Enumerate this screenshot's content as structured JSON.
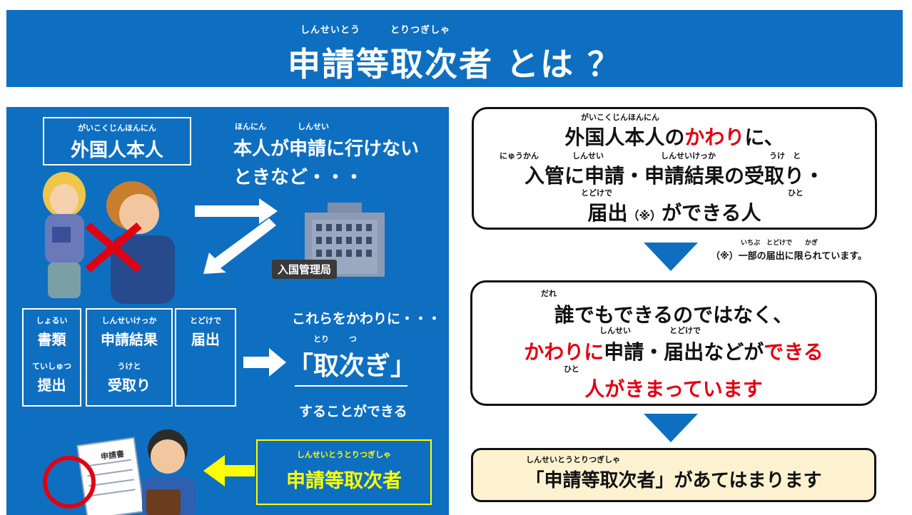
{
  "banner": {
    "ruby_left": "しんせいとう",
    "ruby_right": "とりつぎしゃ",
    "title": "申請等取次者 とは ？"
  },
  "left": {
    "foreigner_ruby": "がいこくじんほんにん",
    "foreigner_label": "外国人本人",
    "cannot_ruby_1": "ほんにん",
    "cannot_ruby_2": "しんせい",
    "cannot_line1": "本人が申請に行けない",
    "cannot_line2": "ときなど・・・",
    "bureau_label": "入国管理局",
    "tasks": {
      "documents_ruby": "しょるい",
      "documents": "書類",
      "submit_ruby": "ていしゅつ",
      "submit": "提出",
      "result_ruby": "しんせいけっか",
      "result": "申請結果",
      "receive_ruby": "うけと",
      "receive": "受取り",
      "notify_ruby": "とどけで",
      "notify": "届出"
    },
    "proxy_lead": "これらをかわりに・・・",
    "proxy_ruby_1": "とり",
    "proxy_ruby_2": "つ",
    "proxy_word": "「取次ぎ」",
    "proxy_tail": "することができる",
    "doc_title": "申請書",
    "agent_ruby": "しんせいとうとりつぎしゃ",
    "agent_label": "申請等取次者"
  },
  "right": {
    "box1": {
      "ruby1": "がいこくじんほんにん",
      "line1_a": "外国人本人の",
      "line1_b": "かわり",
      "line1_c": "に、",
      "ruby2a": "にゅうかん",
      "ruby2b": "しんせい",
      "ruby2c": "しんせいけっか",
      "ruby2d": "うけ　と",
      "line2": "入管に申請・申請結果の受取り・",
      "ruby3a": "とどけで",
      "ruby3b": "ひと",
      "line3_a": "届出",
      "line3_note": "（※）",
      "line3_b": "ができる人"
    },
    "footnote_ruby": "いちぶ　とどけで　　かぎ",
    "footnote": "（※）一部の届出に限られています。",
    "box2": {
      "ruby1": "だれ",
      "line1": "誰でもできるのではなく、",
      "ruby2a": "しんせい",
      "ruby2b": "とどけで",
      "line2_a": "かわりに",
      "line2_b": "申請・届出などが",
      "line2_c": "できる",
      "ruby3": "ひと",
      "line3": "人がきまっています"
    },
    "box3": {
      "ruby": "しんせいとうとりつぎしゃ",
      "line": "「申請等取次者」があてはまります"
    }
  },
  "colors": {
    "blue": "#0e6fc1",
    "red": "#e00012",
    "yellow": "#ffff00",
    "cream": "#fdf2d0"
  }
}
